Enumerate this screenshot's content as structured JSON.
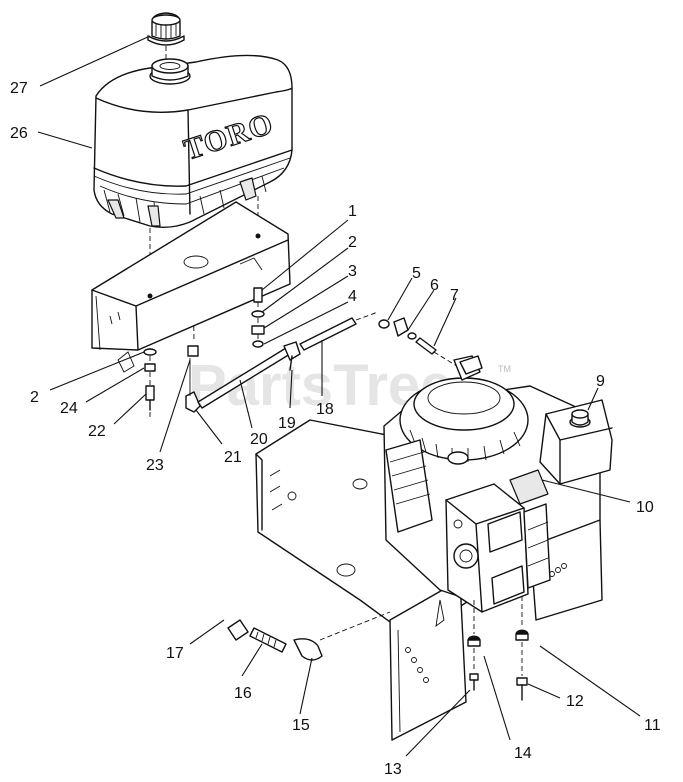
{
  "diagram": {
    "brand_text": "TORO",
    "watermark": "PartsTree",
    "watermark_mark": "TM",
    "callouts": [
      {
        "id": "c27",
        "label": "27"
      },
      {
        "id": "c26",
        "label": "26"
      },
      {
        "id": "c1",
        "label": "1"
      },
      {
        "id": "c2a",
        "label": "2"
      },
      {
        "id": "c3",
        "label": "3"
      },
      {
        "id": "c4",
        "label": "4"
      },
      {
        "id": "c5",
        "label": "5"
      },
      {
        "id": "c6",
        "label": "6"
      },
      {
        "id": "c7",
        "label": "7"
      },
      {
        "id": "c9",
        "label": "9"
      },
      {
        "id": "c10",
        "label": "10"
      },
      {
        "id": "c2b",
        "label": "2"
      },
      {
        "id": "c24",
        "label": "24"
      },
      {
        "id": "c22",
        "label": "22"
      },
      {
        "id": "c23",
        "label": "23"
      },
      {
        "id": "c21",
        "label": "21"
      },
      {
        "id": "c20",
        "label": "20"
      },
      {
        "id": "c19",
        "label": "19"
      },
      {
        "id": "c18",
        "label": "18"
      },
      {
        "id": "c17",
        "label": "17"
      },
      {
        "id": "c16",
        "label": "16"
      },
      {
        "id": "c15",
        "label": "15"
      },
      {
        "id": "c13",
        "label": "13"
      },
      {
        "id": "c14",
        "label": "14"
      },
      {
        "id": "c12",
        "label": "12"
      },
      {
        "id": "c11",
        "label": "11"
      }
    ]
  }
}
